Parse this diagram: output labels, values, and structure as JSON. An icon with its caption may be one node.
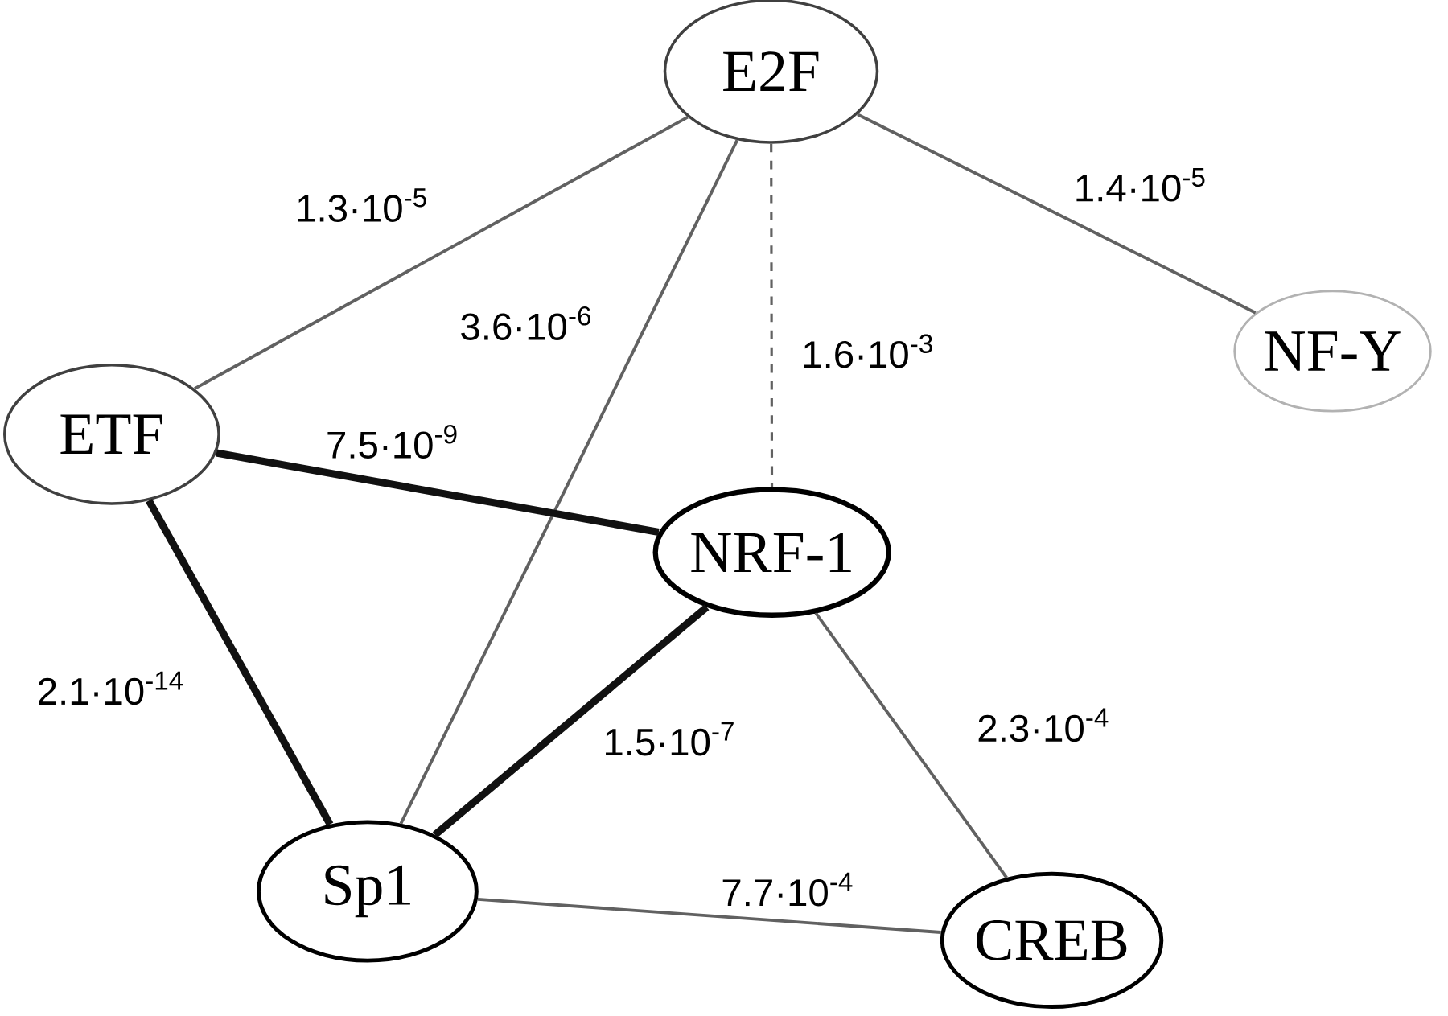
{
  "diagram": {
    "nodes": [
      {
        "text": [
          "E2F"
        ]
      },
      {
        "text": [
          "NF-Y"
        ]
      },
      {
        "text": [
          "ETF"
        ]
      },
      {
        "text": [
          "NRF-1"
        ]
      },
      {
        "text": [
          "Sp1"
        ]
      },
      {
        "text": [
          "CREB"
        ]
      }
    ],
    "edges": [
      {
        "from": 0,
        "to": 2,
        "arrow": "none",
        "label": "1.3·10$^{-5}$"
      },
      {
        "from": 0,
        "to": 4,
        "arrow": "none",
        "label": "3.6·10$^{-6}$"
      },
      {
        "from": 0,
        "to": 3,
        "arrow": "none",
        "label": "1.6·10$^{-3}$",
        "style": "dashed"
      },
      {
        "from": 0,
        "to": 1,
        "arrow": "none",
        "label": "1.4·10$^{-5}$"
      },
      {
        "from": 2,
        "to": 3,
        "arrow": "none",
        "label": "7.5·10$^{-9}$",
        "style": "thick",
        "color": "#111111"
      },
      {
        "from": 2,
        "to": 4,
        "arrow": "none",
        "label": "2.1·10$^{-14}$",
        "style": "thick",
        "color": "#111111"
      },
      {
        "from": 3,
        "to": 4,
        "arrow": "none",
        "label": "1.5·10$^{-7}$",
        "style": "thick",
        "color": "#111111"
      },
      {
        "from": 3,
        "to": 5,
        "arrow": "none",
        "label": "2.3·10$^{-4}$"
      },
      {
        "from": 4,
        "to": 5,
        "arrow": "none",
        "label": "7.7·10$^{-4}$"
      }
    ]
  }
}
